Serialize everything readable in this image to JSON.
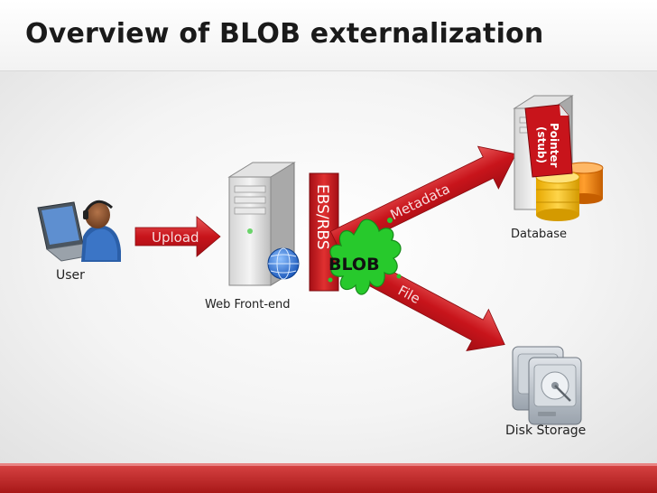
{
  "slide": {
    "title": "Overview of BLOB externalization"
  },
  "diagram": {
    "nodes": {
      "user": "User",
      "web_front_end": "Web Front-end",
      "database": "Database",
      "disk_storage": "Disk Storage"
    },
    "arrows": {
      "upload": "Upload",
      "metadata": "Metadata",
      "file": "File"
    },
    "ebs_bar": "EBS/RBS",
    "blob": "BLOB",
    "pointer_tag": {
      "line1": "Pointer",
      "line2": "(stub)"
    }
  },
  "colors": {
    "accent_red": "#c8141b",
    "blob_green": "#27c92c",
    "title_text": "#1a1a1a"
  }
}
